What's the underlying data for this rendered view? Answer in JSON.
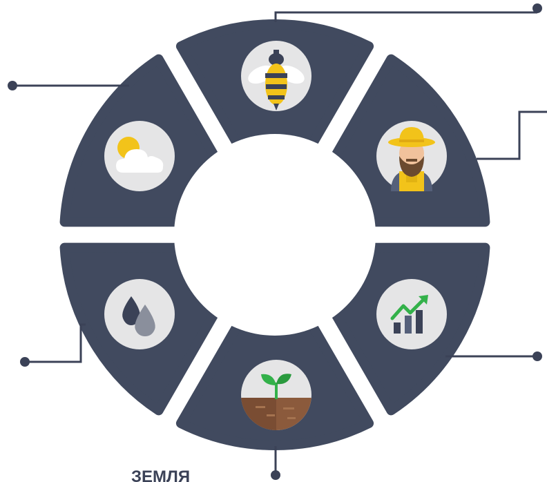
{
  "diagram": {
    "colors": {
      "segment": "#414a5f",
      "icon_bg": "#e5e5e6",
      "line": "#3b4257",
      "center": "#ffffff"
    },
    "segments": [
      {
        "id": "bee",
        "icon": "bee-icon"
      },
      {
        "id": "farmer",
        "icon": "farmer-icon"
      },
      {
        "id": "growth",
        "icon": "growth-chart-icon"
      },
      {
        "id": "soil",
        "icon": "sprout-soil-icon"
      },
      {
        "id": "water",
        "icon": "water-drops-icon"
      },
      {
        "id": "weather",
        "icon": "sun-cloud-icon"
      }
    ],
    "labels": {
      "soil": "ЗЕМЛЯ"
    }
  }
}
